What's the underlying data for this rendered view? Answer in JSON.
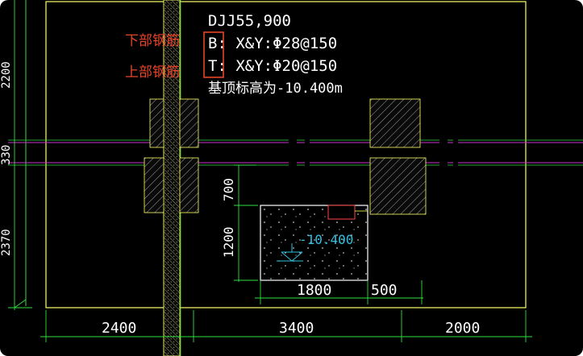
{
  "drawing": {
    "foundation_label": "DJJ55,900",
    "bottom_rebar_label": "B: X&Y:Φ28@150",
    "top_rebar_label": "T: X&Y:Φ20@150",
    "elevation_label": "基顶标高为-10.400m",
    "pit_elevation": "-10.400"
  },
  "annotations": {
    "bottom_rebar": "下部钢筋",
    "top_rebar": "上部钢筋"
  },
  "dimensions": {
    "bottom": [
      "2400",
      "3400",
      "2000"
    ],
    "pit_horizontal": [
      "1800",
      "500"
    ],
    "pit_vertical": [
      "700",
      "1200"
    ],
    "left_side": [
      "2200",
      "330",
      "2370"
    ]
  },
  "colors": {
    "background": "#000000",
    "border": "#ffff66",
    "axis": "#d030d0",
    "grid": "#30e040",
    "dimension": "#30e040",
    "text": "#ffffff",
    "annotation": "#e8442a",
    "pit_symbol": "#30c0e0"
  }
}
